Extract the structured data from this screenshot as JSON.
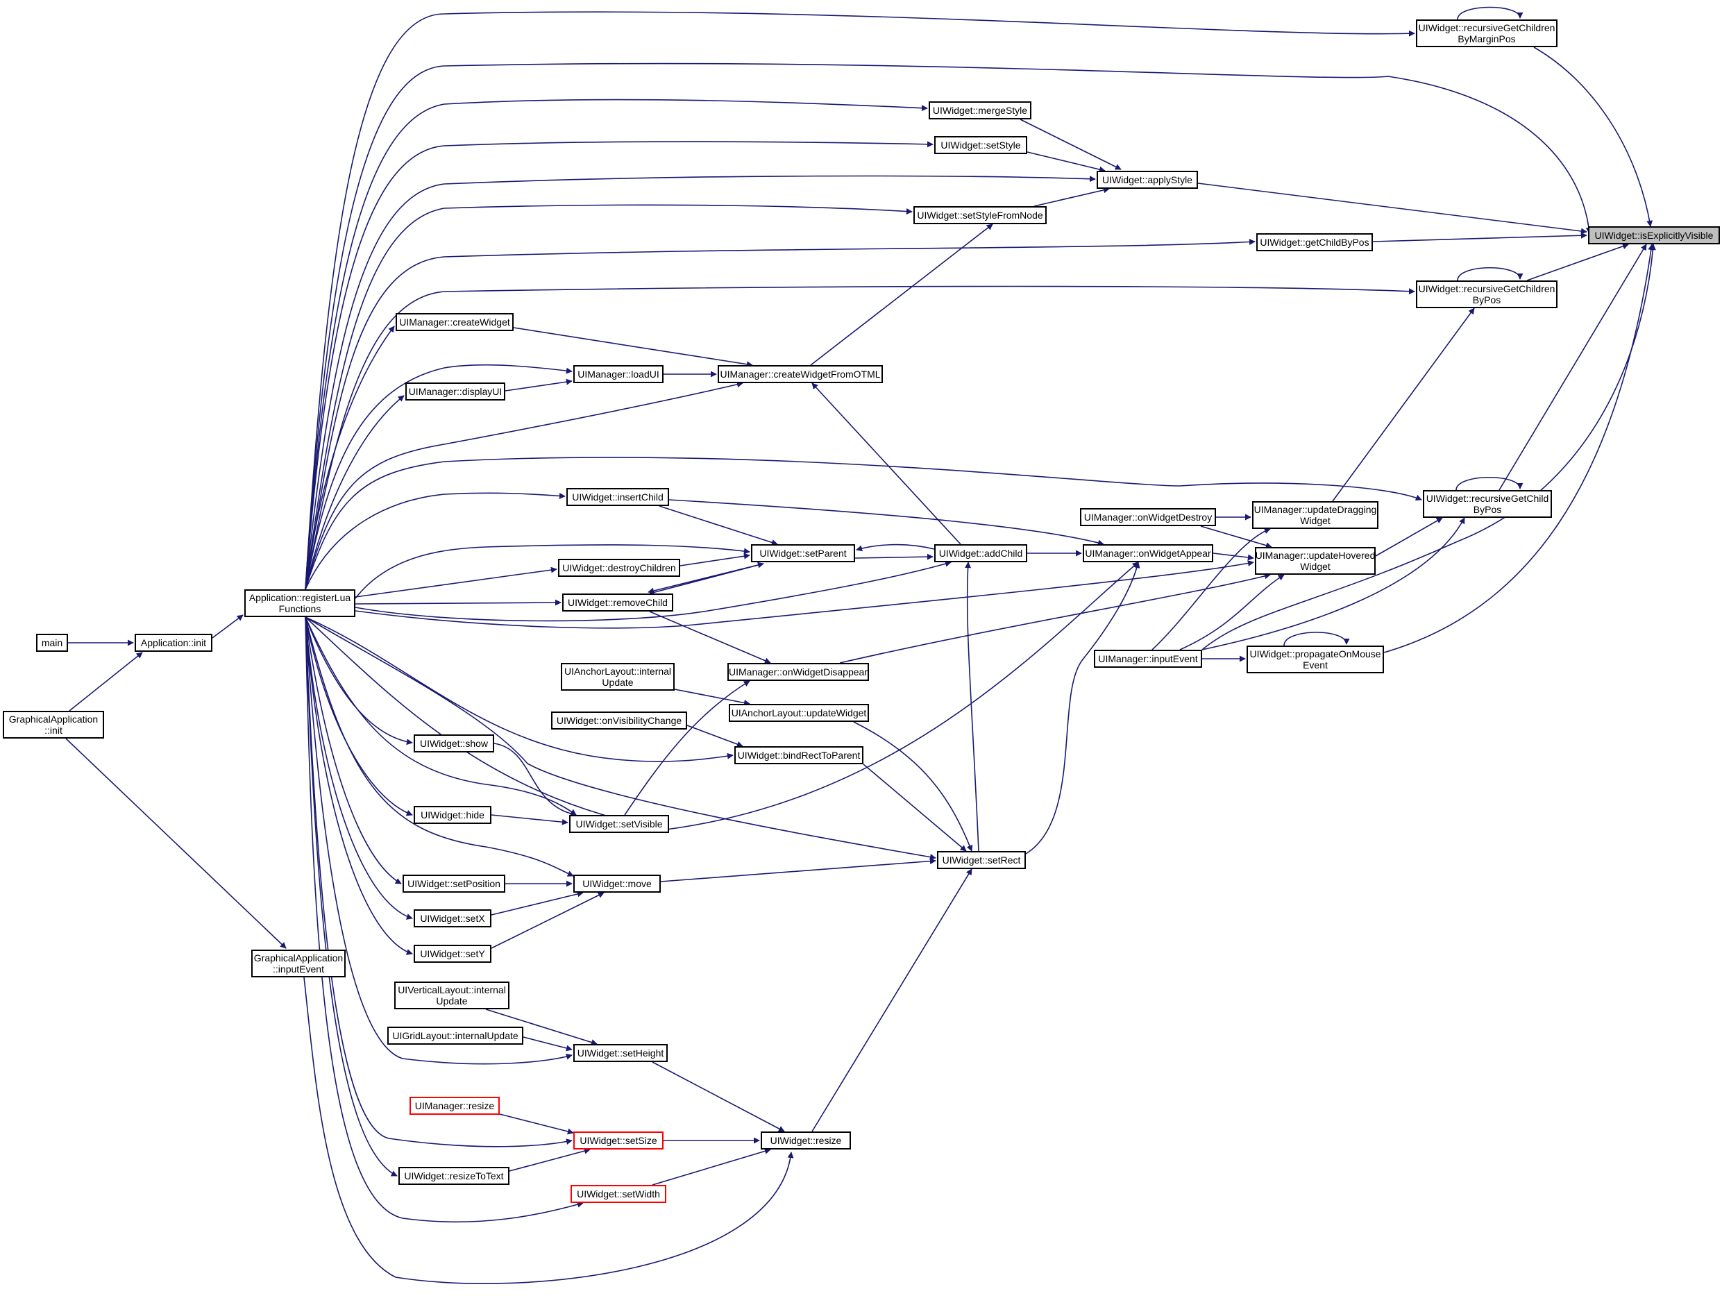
{
  "colors": {
    "edge": "#191970",
    "node_border": "#000000",
    "highlight_fill": "#bfbfbf",
    "truncated_border": "#ff0000"
  },
  "nodes": {
    "main": "main",
    "app_init": "Application::init",
    "graphical_init": "GraphicalApplication\n::init",
    "register_lua": "Application::registerLua\nFunctions",
    "graphical_input": "GraphicalApplication\n::inputEvent",
    "create_widget": "UIManager::createWidget",
    "display_ui": "UIManager::displayUI",
    "load_ui": "UIManager::loadUI",
    "create_from_otml": "UIManager::createWidgetFromOTML",
    "merge_style": "UIWidget::mergeStyle",
    "set_style": "UIWidget::setStyle",
    "set_style_from_node": "UIWidget::setStyleFromNode",
    "apply_style": "UIWidget::applyStyle",
    "insert_child": "UIWidget::insertChild",
    "destroy_children": "UIWidget::destroyChildren",
    "remove_child": "UIWidget::removeChild",
    "set_parent": "UIWidget::setParent",
    "add_child": "UIWidget::addChild",
    "on_widget_appear": "UIManager::onWidgetAppear",
    "on_widget_destroy": "UIManager::onWidgetDestroy",
    "on_widget_disappear": "UIManager::onWidgetDisappear",
    "anchor_internal_update": "UIAnchorLayout::internal\nUpdate",
    "anchor_update_widget": "UIAnchorLayout::updateWidget",
    "on_visibility_change": "UIWidget::onVisibilityChange",
    "bind_rect": "UIWidget::bindRectToParent",
    "show": "UIWidget::show",
    "hide": "UIWidget::hide",
    "set_visible": "UIWidget::setVisible",
    "set_position": "UIWidget::setPosition",
    "set_x": "UIWidget::setX",
    "set_y": "UIWidget::setY",
    "move": "UIWidget::move",
    "set_rect": "UIWidget::setRect",
    "vertical_internal_update": "UIVerticalLayout::internal\nUpdate",
    "grid_internal_update": "UIGridLayout::internalUpdate",
    "set_height": "UIWidget::setHeight",
    "manager_resize": "UIManager::resize",
    "set_size": "UIWidget::setSize",
    "resize_to_text": "UIWidget::resizeToText",
    "set_width": "UIWidget::setWidth",
    "resize": "UIWidget::resize",
    "get_child_by_pos": "UIWidget::getChildByPos",
    "update_dragging": "UIManager::updateDragging\nWidget",
    "update_hovered": "UIManager::updateHovered\nWidget",
    "input_event": "UIManager::inputEvent",
    "recursive_by_margin": "UIWidget::recursiveGetChildren\nByMarginPos",
    "recursive_children_by_pos": "UIWidget::recursiveGetChildren\nByPos",
    "recursive_child_by_pos": "UIWidget::recursiveGetChild\nByPos",
    "propagate_mouse": "UIWidget::propagateOnMouse\nEvent",
    "is_explicitly_visible": "UIWidget::isExplicitlyVisible"
  }
}
